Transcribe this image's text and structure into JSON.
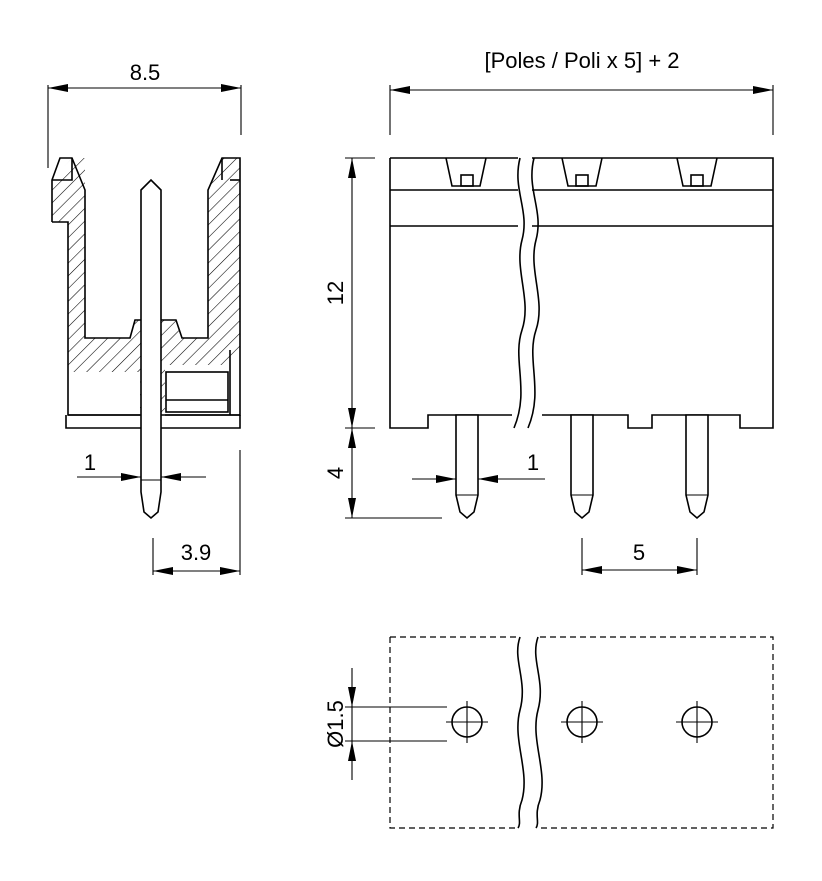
{
  "dimensions": {
    "width_side": "8.5",
    "width_front": "[Poles / Poli x 5] + 2",
    "height_body": "12",
    "pin_length": "4",
    "pin_thickness_side": "1",
    "pin_thickness_front": "1",
    "pin_offset": "3.9",
    "pitch": "5",
    "hole_diameter": "Ø1.5"
  }
}
